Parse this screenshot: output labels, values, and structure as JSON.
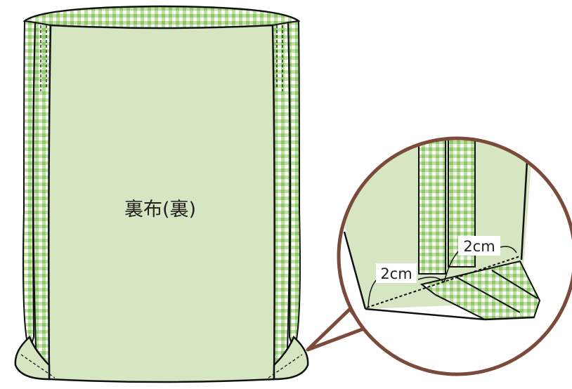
{
  "labels": {
    "main": "裏布(裏)",
    "dim_lower": "2cm",
    "dim_upper": "2cm"
  },
  "colors": {
    "fabric_green": "#d6e6c3",
    "gingham_green": "#8fc66a",
    "gingham_light": "#bfe0a3",
    "outline": "#111111",
    "callout_brown": "#7a4a3a"
  }
}
